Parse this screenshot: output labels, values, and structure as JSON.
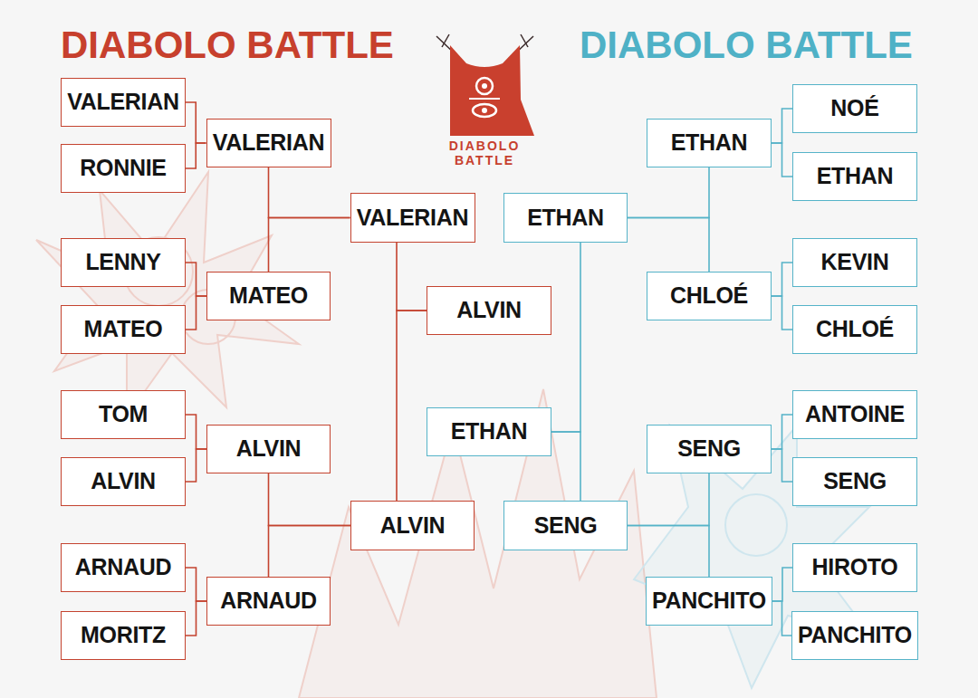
{
  "diagram": {
    "title": "DIABOLO BATTLE",
    "nodes": [
      {
        "text": [
          "VALERIAN"
        ]
      },
      {
        "text": [
          "RONNIE"
        ]
      },
      {
        "text": [
          "LENNY"
        ]
      },
      {
        "text": [
          "MATEO"
        ]
      },
      {
        "text": [
          "TOM"
        ]
      },
      {
        "text": [
          "ALVIN"
        ]
      },
      {
        "text": [
          "ARNAUD"
        ]
      },
      {
        "text": [
          "MORITZ"
        ]
      },
      {
        "text": [
          "VALERIAN"
        ]
      },
      {
        "text": [
          "MATEO"
        ]
      },
      {
        "text": [
          "ALVIN"
        ]
      },
      {
        "text": [
          "ARNAUD"
        ]
      },
      {
        "text": [
          "VALERIAN"
        ]
      },
      {
        "text": [
          "ALVIN"
        ]
      },
      {
        "text": [
          "ALVIN"
        ]
      },
      {
        "text": [
          "ETHAN"
        ]
      },
      {
        "text": [
          "ETHAN"
        ]
      },
      {
        "text": [
          "SENG"
        ]
      },
      {
        "text": [
          "ETHAN"
        ]
      },
      {
        "text": [
          "CHLOÉ"
        ]
      },
      {
        "text": [
          "SENG"
        ]
      },
      {
        "text": [
          "PANCHITO"
        ]
      },
      {
        "text": [
          "NOÉ"
        ]
      },
      {
        "text": [
          "ETHAN"
        ]
      },
      {
        "text": [
          "KEVIN"
        ]
      },
      {
        "text": [
          "CHLOÉ"
        ]
      },
      {
        "text": [
          "ANTOINE"
        ]
      },
      {
        "text": [
          "SENG"
        ]
      },
      {
        "text": [
          "HIROTO"
        ]
      },
      {
        "text": [
          "PANCHITO"
        ]
      }
    ],
    "edges": [
      {
        "from": 0,
        "to": 8,
        "arrow": "none"
      },
      {
        "from": 1,
        "to": 8,
        "arrow": "none"
      },
      {
        "from": 2,
        "to": 9,
        "arrow": "none"
      },
      {
        "from": 3,
        "to": 9,
        "arrow": "none"
      },
      {
        "from": 4,
        "to": 10,
        "arrow": "none"
      },
      {
        "from": 5,
        "to": 10,
        "arrow": "none"
      },
      {
        "from": 6,
        "to": 11,
        "arrow": "none"
      },
      {
        "from": 7,
        "to": 11,
        "arrow": "none"
      },
      {
        "from": 8,
        "to": 12,
        "arrow": "none"
      },
      {
        "from": 9,
        "to": 12,
        "arrow": "none"
      },
      {
        "from": 10,
        "to": 13,
        "arrow": "none"
      },
      {
        "from": 11,
        "to": 13,
        "arrow": "none"
      },
      {
        "from": 12,
        "to": 14,
        "arrow": "none"
      },
      {
        "from": 13,
        "to": 14,
        "arrow": "none"
      },
      {
        "from": 16,
        "to": 15,
        "arrow": "none"
      },
      {
        "from": 17,
        "to": 15,
        "arrow": "none"
      },
      {
        "from": 18,
        "to": 16,
        "arrow": "none"
      },
      {
        "from": 19,
        "to": 16,
        "arrow": "none"
      },
      {
        "from": 20,
        "to": 17,
        "arrow": "none"
      },
      {
        "from": 21,
        "to": 17,
        "arrow": "none"
      },
      {
        "from": 22,
        "to": 18,
        "arrow": "none"
      },
      {
        "from": 23,
        "to": 18,
        "arrow": "none"
      },
      {
        "from": 24,
        "to": 19,
        "arrow": "none"
      },
      {
        "from": 25,
        "to": 19,
        "arrow": "none"
      },
      {
        "from": 26,
        "to": 20,
        "arrow": "none"
      },
      {
        "from": 27,
        "to": 20,
        "arrow": "none"
      },
      {
        "from": 28,
        "to": 21,
        "arrow": "none"
      },
      {
        "from": 29,
        "to": 21,
        "arrow": "none"
      }
    ],
    "labels": [
      "DIABOLO BATTLE",
      "DIABOLO BATTLE"
    ]
  }
}
